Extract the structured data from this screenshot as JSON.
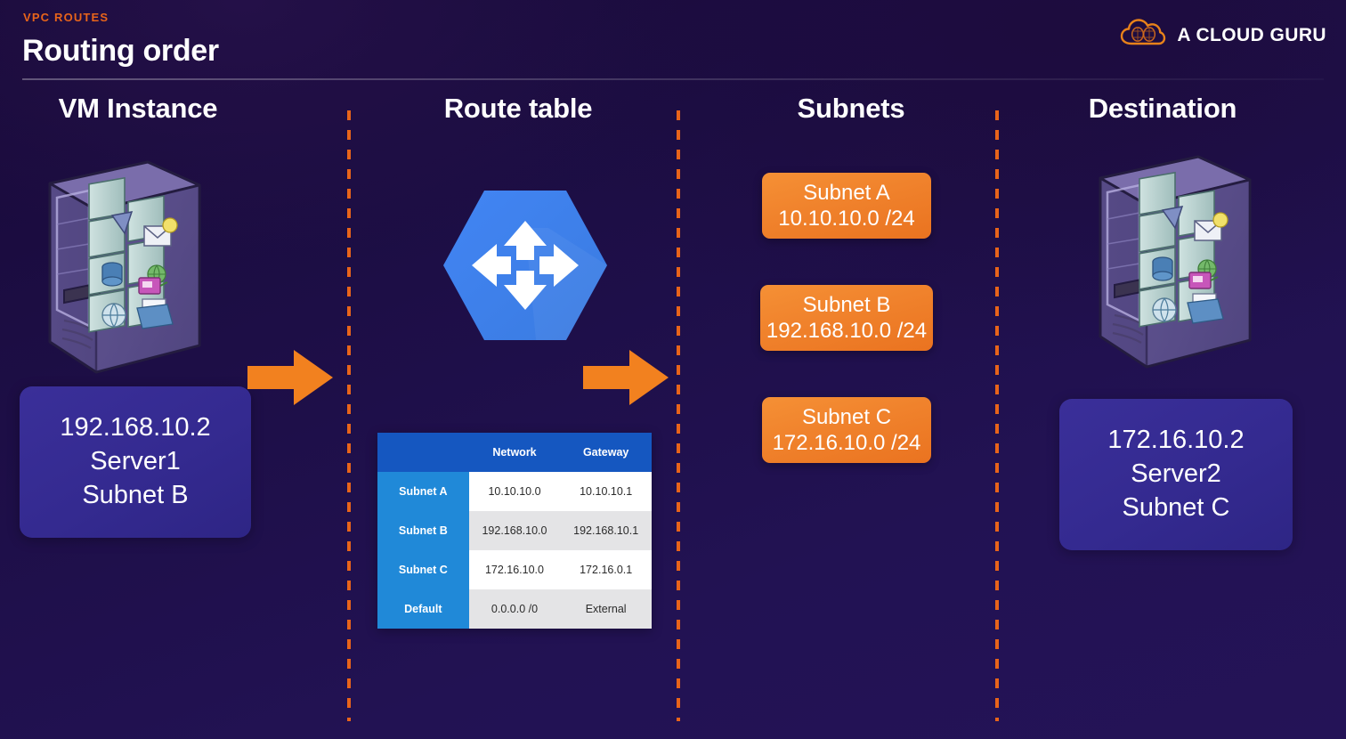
{
  "header": {
    "eyebrow": "VPC ROUTES",
    "title": "Routing order",
    "brand_name": "A CLOUD GURU",
    "brand_icon": "cloud-guru-logo-icon",
    "accent_color": "#e8641a",
    "background_color": "#1d0e46"
  },
  "columns": [
    {
      "label": "VM Instance"
    },
    {
      "label": "Route table"
    },
    {
      "label": "Subnets"
    },
    {
      "label": "Destination"
    }
  ],
  "source": {
    "icon": "server-rack-icon",
    "ip": "192.168.10.2",
    "hostname": "Server1",
    "subnet": "Subnet B"
  },
  "destination": {
    "icon": "server-rack-icon",
    "ip": "172.16.10.2",
    "hostname": "Server2",
    "subnet": "Subnet C"
  },
  "router": {
    "icon": "cloud-router-hexagon-icon",
    "color": "#3c83f0"
  },
  "arrows": [
    {
      "icon": "right-arrow-icon",
      "color": "#f2811f"
    },
    {
      "icon": "right-arrow-icon",
      "color": "#f2811f"
    }
  ],
  "route_table": {
    "headers": [
      "",
      "Network",
      "Gateway"
    ],
    "rows": [
      {
        "name": "Subnet A",
        "network": "10.10.10.0",
        "gateway": "10.10.10.1"
      },
      {
        "name": "Subnet B",
        "network": "192.168.10.0",
        "gateway": "192.168.10.1"
      },
      {
        "name": "Subnet C",
        "network": "172.16.10.0",
        "gateway": "172.16.0.1"
      },
      {
        "name": "Default",
        "network": "0.0.0.0 /0",
        "gateway": "External"
      }
    ]
  },
  "subnets": [
    {
      "name": "Subnet A",
      "cidr": "10.10.10.0 /24"
    },
    {
      "name": "Subnet B",
      "cidr": "192.168.10.0 /24"
    },
    {
      "name": "Subnet C",
      "cidr": "172.16.10.0 /24"
    }
  ]
}
